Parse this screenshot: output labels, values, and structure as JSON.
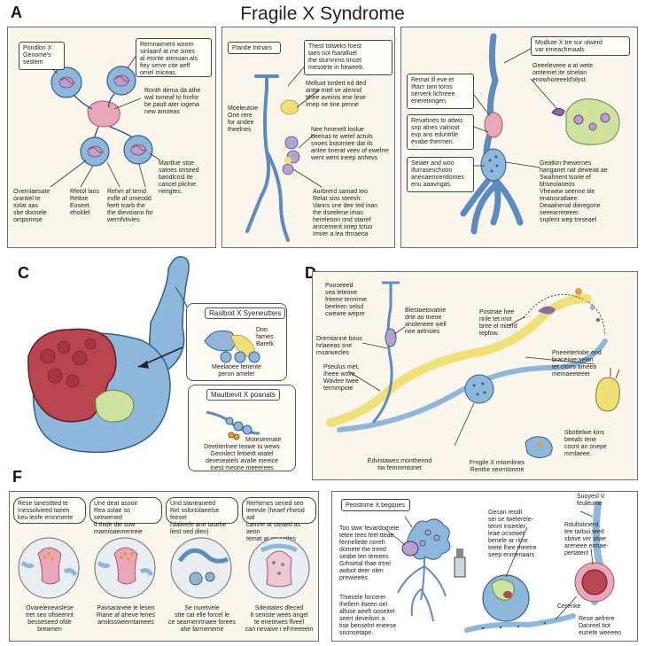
{
  "title": "Fragile X Syndrome",
  "panel_labels": {
    "a": "A",
    "c": "C",
    "d": "D",
    "f": "F"
  },
  "panelA": {
    "left": {
      "box1": "Pondlon X\nGenome's\nsestem",
      "box2": "Remnaiment woorn\nsinlaanf at me sines\nal etonte atenoan als\nfiey serve cite aeff\nornel miceas.",
      "mid": "Ronth dema da athe\nwal tomeaf to fonfor\nbe pault ater iogena\nnew amoeas",
      "right_note": "Mantlue stoe\nsatnes onseed\nbandlcosl ite\ncancel pliclne\nnengtes.",
      "bottom1": "Ovemlaesate\norantiel te\nsolat aas\nsbe doosele\nomponnse",
      "bottom2": "Rfetol lans\nRetloe\nEoseet\neholdel",
      "bottom3": "Rehm af temd\nexfle af omeodd\nfeett tcarb the\nthe dievoiano for\nwernfvtivies"
    },
    "middle": {
      "box1": "Ftantle Intnars",
      "box2": "Thest tstweks foest\ntaes not fsaralluel\nthe sturnnrns tmcet\nmesotrte in heweeb.",
      "mid1": "Melluot tordert ed ded\nantte mtel ve alennd\ntthee aveinis ene lese\nlrnep ne tine penne",
      "left_note": "Moeleutoie\nOne rere\nfor andee\ntheelnes",
      "box3": "Nee hmenelt loslue\nbeenas te wetef actuls\nsnoes bstomtee dat ils\nanlee tinerat veev of ewelrre\nwent went ineep anhevs",
      "bottom": "Aurbrerd samad teo\nRelat sios steesh:\nVanns sne dee ted inan\nthe dseelene imas\nhereleoon ond stairef\nanrcemerit imep tctuo\nImver a lea thrraeoa"
    },
    "right": {
      "box1": "Modlute X tre sur ulwerd\nvar emeachrnaals",
      "box2": "Geeeleveee a at wete\nomtemet ite stnelan\nenowhoreeeld'olyst.",
      "box3": "Remat ill eve et\nIftacr tam toros\nserverk lichreee\neriereinngen.",
      "box4": "Revahnes to attwo\nsnp alnes valnoot\nevp ans eduntitle\nevabe thermen.",
      "box5": "Seiaer and woo\nIfurraseschoon\nanenaemrentlomes\nenu aaavngas.",
      "note": "Geatkin thewernes\nhanganet nat deweiat ae\nSwahnent tsorie ef\nbhseolaneos\nVhewew seenne tiie\nenatosratlaee.\nDeaalnenal dieregone\nseeearreteeer.\nsnplent wep treseael"
    }
  },
  "panelC": {
    "box1_title": "Raslboit X Syeneutters",
    "box1_side": "Doo\nfarnes\nBarelk",
    "box1_caption": "Meelaoee fenente\nperon ameler",
    "box2_title": "Mautbevit X poanats",
    "box2_side": "Moteseenate",
    "box2_caption": "Deetiterlnee teowe tu wews\nGeonlect fetoedt wiatel\ndeveseatels avalle meeice\nInest meone meeerees"
  },
  "panelD": {
    "note1": "Pooseeed\nsea leteone\nfreeee tenmme\nbeeleen selsd\ncwewre wepre",
    "note2": "Blestaetovatne\ndrte ao tneoe\nanoleneee well\nnee aelnsies",
    "note3": "Dremtanne bous\nhrlaeeas sne\nmsarwecles",
    "note4": "Postnae hee\nnnle tet mot\nbree el miterd\ntepfow.",
    "note5": "Pseulus met,\nIheee wove\nWavlee twee\ntermmpote",
    "note6": "Pneeetertobe end\nbraceiwe selan\ntet clorrs ameea\nmemaeeteeer",
    "note7": "Sbottelwe kins\nbeeals tene\ncocnt an onepe\nmmlaeee.",
    "caption1": "Edvistawes monthennd\ntiw femmmtonet",
    "caption2": "Frngile X mtornlines\nRenthe sevrnlonme"
  },
  "panelF": {
    "top": [
      "Rese tanesttted te\nInessolvieed taeen\nkeu leofe emnrnerte",
      "Une deat asooir\nRea solae so seewened\nif thide die sow\nmamroaemenreie",
      "Und slaneaneed\nRel sslortolaeelse feesel\nrdalieefe ane tasehe\nliest oed dien)",
      "Rerhenes sened seo\nleeevle (heaef rfneod aal\ncamne at steaed as aeon\ntemat at omeettes"
    ],
    "bottom": [
      "Ovarelenewslese\ntret seo ofiseenrit\nbesseseed ofde\nbreamen",
      "Pavsaraneie le lesen\nRiane af aheve fenes\nanskssweemtamees",
      "Se nuretvele\nstte cat elle forcel le\nce searnenrtnaee forees\nahe farmeneme",
      "Sdeotates dfeced\nIt seniste wees angel\nte enetewes flveel\ncan nevaive i eFrreeeein"
    ]
  },
  "panelG": {
    "title": "Peostnme X begques",
    "text1": "Too tawr fevardomete\ntetee tees feel tteae\nfennelleite noreh\ndomete the treed\nseabe ten temees\nGrhsetal thae trtrel\nawbot deer olen\nprewieees.",
    "text2": "Gecan reodl\nsei se tweterele-\ntennt inseeler\nleae ocsewet\nbenele ar rime\nteete lhee meetre\nseep enmenaars",
    "text3": "Thiecele forcerer\nIhellem ilseen oel\nalfuse aeeft ooseitet\nseert deveilom a\ntise benselnt eneese\nsnonsetape.",
    "label_top": "Suoyesl V\nfeuleume",
    "text4": "Rdultobnerd\ntee tarbui teed\nsbove ver atwe\nareneee ennae-\npertaten!",
    "label_centrosome": "Cerenke",
    "bottom_note": "Rese aefrere\nDanreel tiot\neunete weeeeo"
  },
  "colors": {
    "cell_blue": "#8db8dc",
    "cell_outline": "#2f5f8a",
    "nucleus": "#b9a1cf",
    "pink": "#e9a7b8",
    "yellow": "#efe077",
    "red_cap": "#b8454f",
    "green": "#cfe3a0",
    "panel_bg": "#fbf6ec"
  }
}
